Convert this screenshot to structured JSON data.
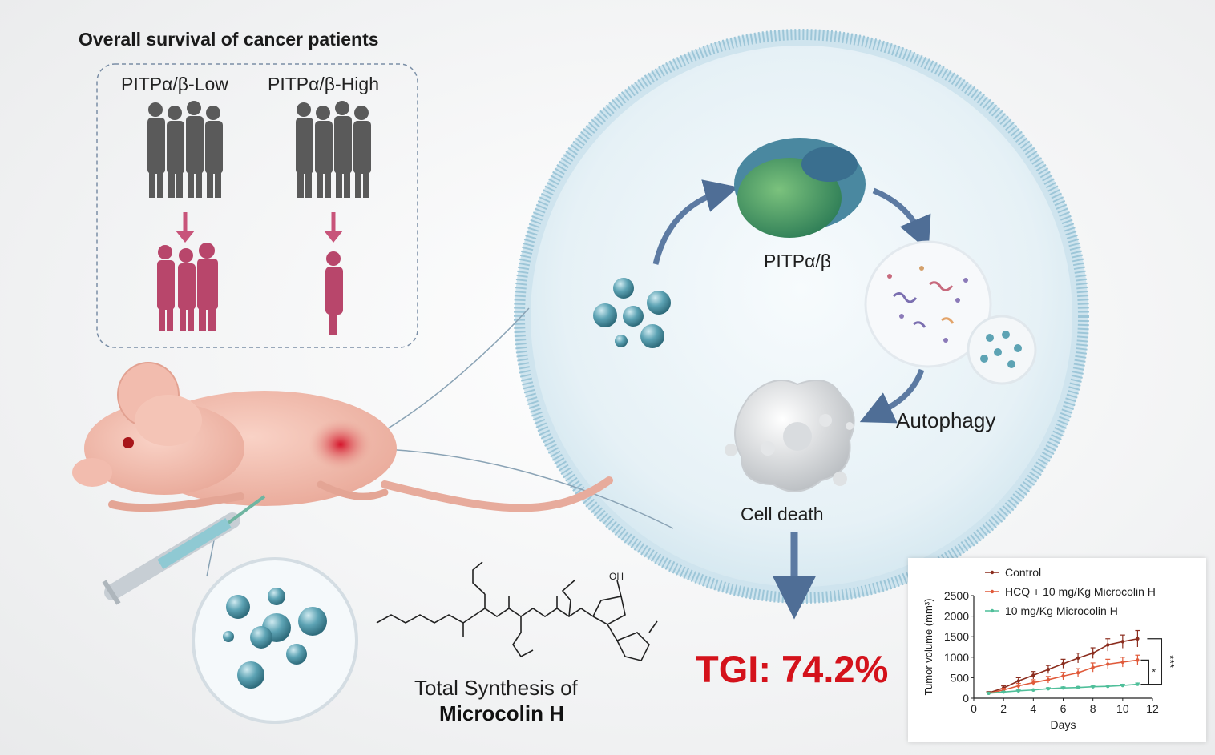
{
  "survival": {
    "title": "Overall survival of cancer patients",
    "low_label": "PITPα/β-Low",
    "high_label": "PITPα/β-High"
  },
  "cell": {
    "protein_label": "PITPα/β",
    "autophagy_label": "Autophagy",
    "death_label": "Cell death"
  },
  "tgi": "TGI: 74.2%",
  "synthesis": {
    "line1": "Total Synthesis of",
    "line2": "Microcolin H"
  },
  "molecule_labels": {
    "oh": "OH"
  },
  "colors": {
    "tgi_red": "#d4121b",
    "control": "#8b2d1e",
    "hcq": "#e05a3a",
    "micro": "#4fbf9a",
    "silhouette_gray": "#5a5a5a",
    "silhouette_pink": "#b8466b"
  },
  "chart_data": {
    "type": "line",
    "xlabel": "Days",
    "ylabel": "Tumor volume (mm³)",
    "xlim": [
      0,
      12
    ],
    "ylim": [
      0,
      2500
    ],
    "xticks": [
      0,
      2,
      4,
      6,
      8,
      10,
      12
    ],
    "yticks": [
      0,
      500,
      1000,
      1500,
      2000,
      2500
    ],
    "x": [
      1,
      2,
      3,
      4,
      5,
      6,
      7,
      8,
      9,
      10,
      11
    ],
    "series": [
      {
        "name": "Control",
        "color": "#8b2d1e",
        "values": [
          130,
          250,
          420,
          560,
          700,
          840,
          980,
          1100,
          1300,
          1380,
          1450
        ],
        "err": [
          30,
          50,
          80,
          90,
          100,
          110,
          120,
          130,
          150,
          160,
          200
        ]
      },
      {
        "name": "HCQ + 10 mg/Kg Microcolin H",
        "color": "#e05a3a",
        "values": [
          120,
          200,
          300,
          380,
          450,
          540,
          620,
          750,
          830,
          880,
          930
        ],
        "err": [
          20,
          40,
          60,
          70,
          80,
          90,
          100,
          110,
          120,
          120,
          120
        ]
      },
      {
        "name": "10 mg/Kg Microcolin H",
        "color": "#4fbf9a",
        "values": [
          120,
          150,
          180,
          200,
          230,
          250,
          260,
          280,
          290,
          310,
          340
        ],
        "err": [
          10,
          15,
          20,
          20,
          25,
          25,
          25,
          30,
          30,
          30,
          30
        ]
      }
    ],
    "significance": [
      "***",
      "*"
    ]
  }
}
